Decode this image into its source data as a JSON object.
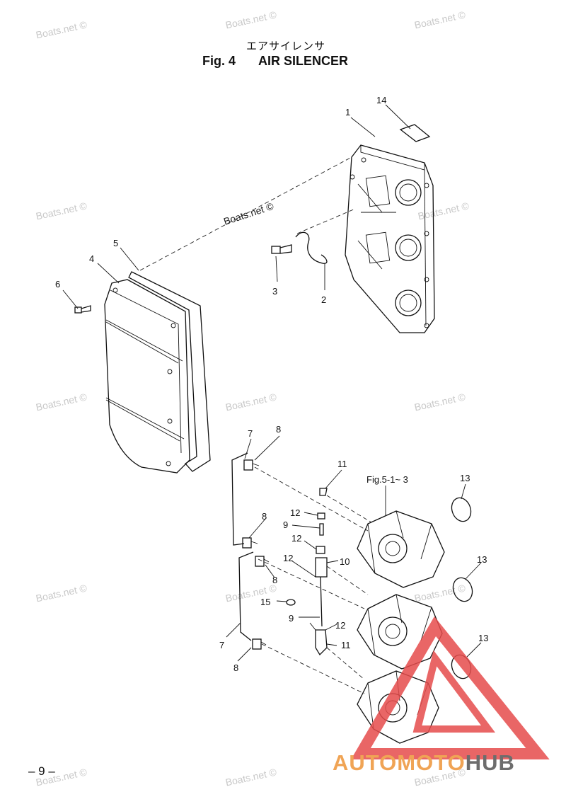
{
  "header": {
    "japanese_title": "エアサイレンサ",
    "figure_label": "Fig. 4",
    "figure_title": "AIR SILENCER"
  },
  "watermark": {
    "text": "Boats.net ©",
    "center_text": "Boats.net ©"
  },
  "callouts": {
    "c1": "1",
    "c2": "2",
    "c3": "3",
    "c4": "4",
    "c5": "5",
    "c6": "6",
    "c7a": "7",
    "c7b": "7",
    "c8a": "8",
    "c8b": "8",
    "c8c": "8",
    "c8d": "8",
    "c9a": "9",
    "c9b": "9",
    "c10": "10",
    "c11a": "11",
    "c11b": "11",
    "c12a": "12",
    "c12b": "12",
    "c12c": "12",
    "c12d": "12",
    "c13a": "13",
    "c13b": "13",
    "c13c": "13",
    "c14": "14",
    "c15": "15",
    "ref": "Fig.5-1~ 3"
  },
  "footer": {
    "page_number": "– 9 –",
    "brand_part1": "AUTOMOTO",
    "brand_part2": "HUB",
    "brand_colors": {
      "accent": "#f0a455",
      "gray": "#6d6d6d",
      "logo_red": "#e64c4c"
    }
  }
}
